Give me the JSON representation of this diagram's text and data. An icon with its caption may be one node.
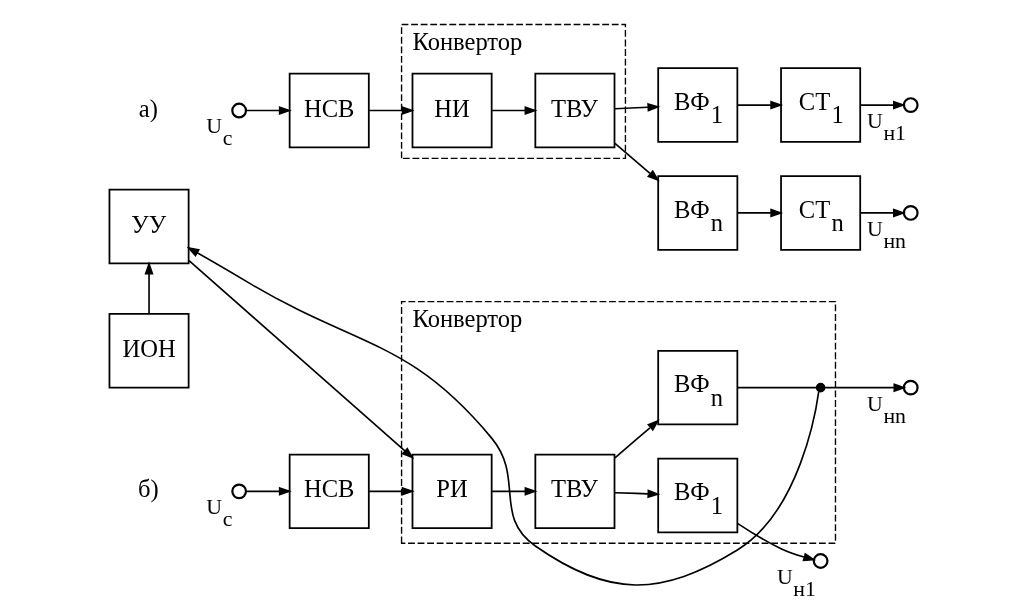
{
  "diagram": {
    "nodes": [
      {
        "text": [],
        "shape": "circle",
        "beside": [
          "U$_{с}$"
        ]
      },
      {
        "text": [
          "НСВ"
        ]
      },
      {
        "text": [
          "Конвертор"
        ]
      },
      {
        "text": [
          "НИ"
        ],
        "in": 2
      },
      {
        "text": [
          "ТВУ"
        ],
        "in": 2
      },
      {
        "text": [
          "ВФ$_{1}$"
        ]
      },
      {
        "text": [
          "ВФ$_{n}$"
        ]
      },
      {
        "text": [
          "СТ$_{1}$"
        ]
      },
      {
        "text": [
          "СТ$_{n}$"
        ]
      },
      {
        "text": [],
        "shape": "circle",
        "beside": [
          "U$_{н1}$"
        ]
      },
      {
        "text": [],
        "shape": "circle",
        "beside": [
          "U$_{нn}$"
        ]
      },
      {
        "text": [],
        "shape": "circle",
        "beside": [
          "U$_{с}$"
        ]
      },
      {
        "text": [
          "НСВ"
        ]
      },
      {
        "text": [
          "Конвертор"
        ]
      },
      {
        "text": [
          "РИ"
        ],
        "in": 13
      },
      {
        "text": [
          "ТВУ"
        ],
        "in": 13
      },
      {
        "text": [
          "ВФ$_{1}$"
        ],
        "in": 13
      },
      {
        "text": [
          "ВФ$_{n}$"
        ],
        "in": 13
      },
      {
        "text": [
          "УУ"
        ]
      },
      {
        "text": [
          "ИОН"
        ]
      },
      {
        "text": [],
        "shape": "circle",
        "beside": [
          "U$_{н1}$"
        ]
      },
      {
        "text": [],
        "shape": "circle",
        "beside": [
          "U$_{нn}$"
        ]
      },
      {
        "text": [],
        "shape": "dot",
        "in": 13
      }
    ],
    "edges": [
      {
        "from": 0,
        "to": 1,
        "arrow": "to"
      },
      {
        "from": 1,
        "to": 3,
        "arrow": "to"
      },
      {
        "from": 3,
        "to": 4,
        "arrow": "to"
      },
      {
        "from": 4,
        "to": 5,
        "arrow": "to"
      },
      {
        "from": 4,
        "to": 6,
        "arrow": "to"
      },
      {
        "from": 5,
        "to": 7,
        "arrow": "to"
      },
      {
        "from": 6,
        "to": 8,
        "arrow": "to"
      },
      {
        "from": 7,
        "to": 9,
        "arrow": "to"
      },
      {
        "from": 8,
        "to": 10,
        "arrow": "to"
      },
      {
        "from": 11,
        "to": 12,
        "arrow": "to"
      },
      {
        "from": 12,
        "to": 14,
        "arrow": "to"
      },
      {
        "from": 14,
        "to": 15,
        "arrow": "to"
      },
      {
        "from": 15,
        "to": 16,
        "arrow": "to"
      },
      {
        "from": 15,
        "to": 17,
        "arrow": "to"
      },
      {
        "from": 16,
        "to": 20,
        "arrow": "to"
      },
      {
        "from": 17,
        "to": 22,
        "arrow": "none"
      },
      {
        "from": 22,
        "to": 21,
        "arrow": "to"
      },
      {
        "from": 22,
        "to": 18,
        "arrow": "to"
      },
      {
        "from": 19,
        "to": 18,
        "arrow": "to"
      },
      {
        "from": 18,
        "to": 14,
        "arrow": "to"
      }
    ],
    "labels": [
      "а)",
      "б)"
    ]
  }
}
